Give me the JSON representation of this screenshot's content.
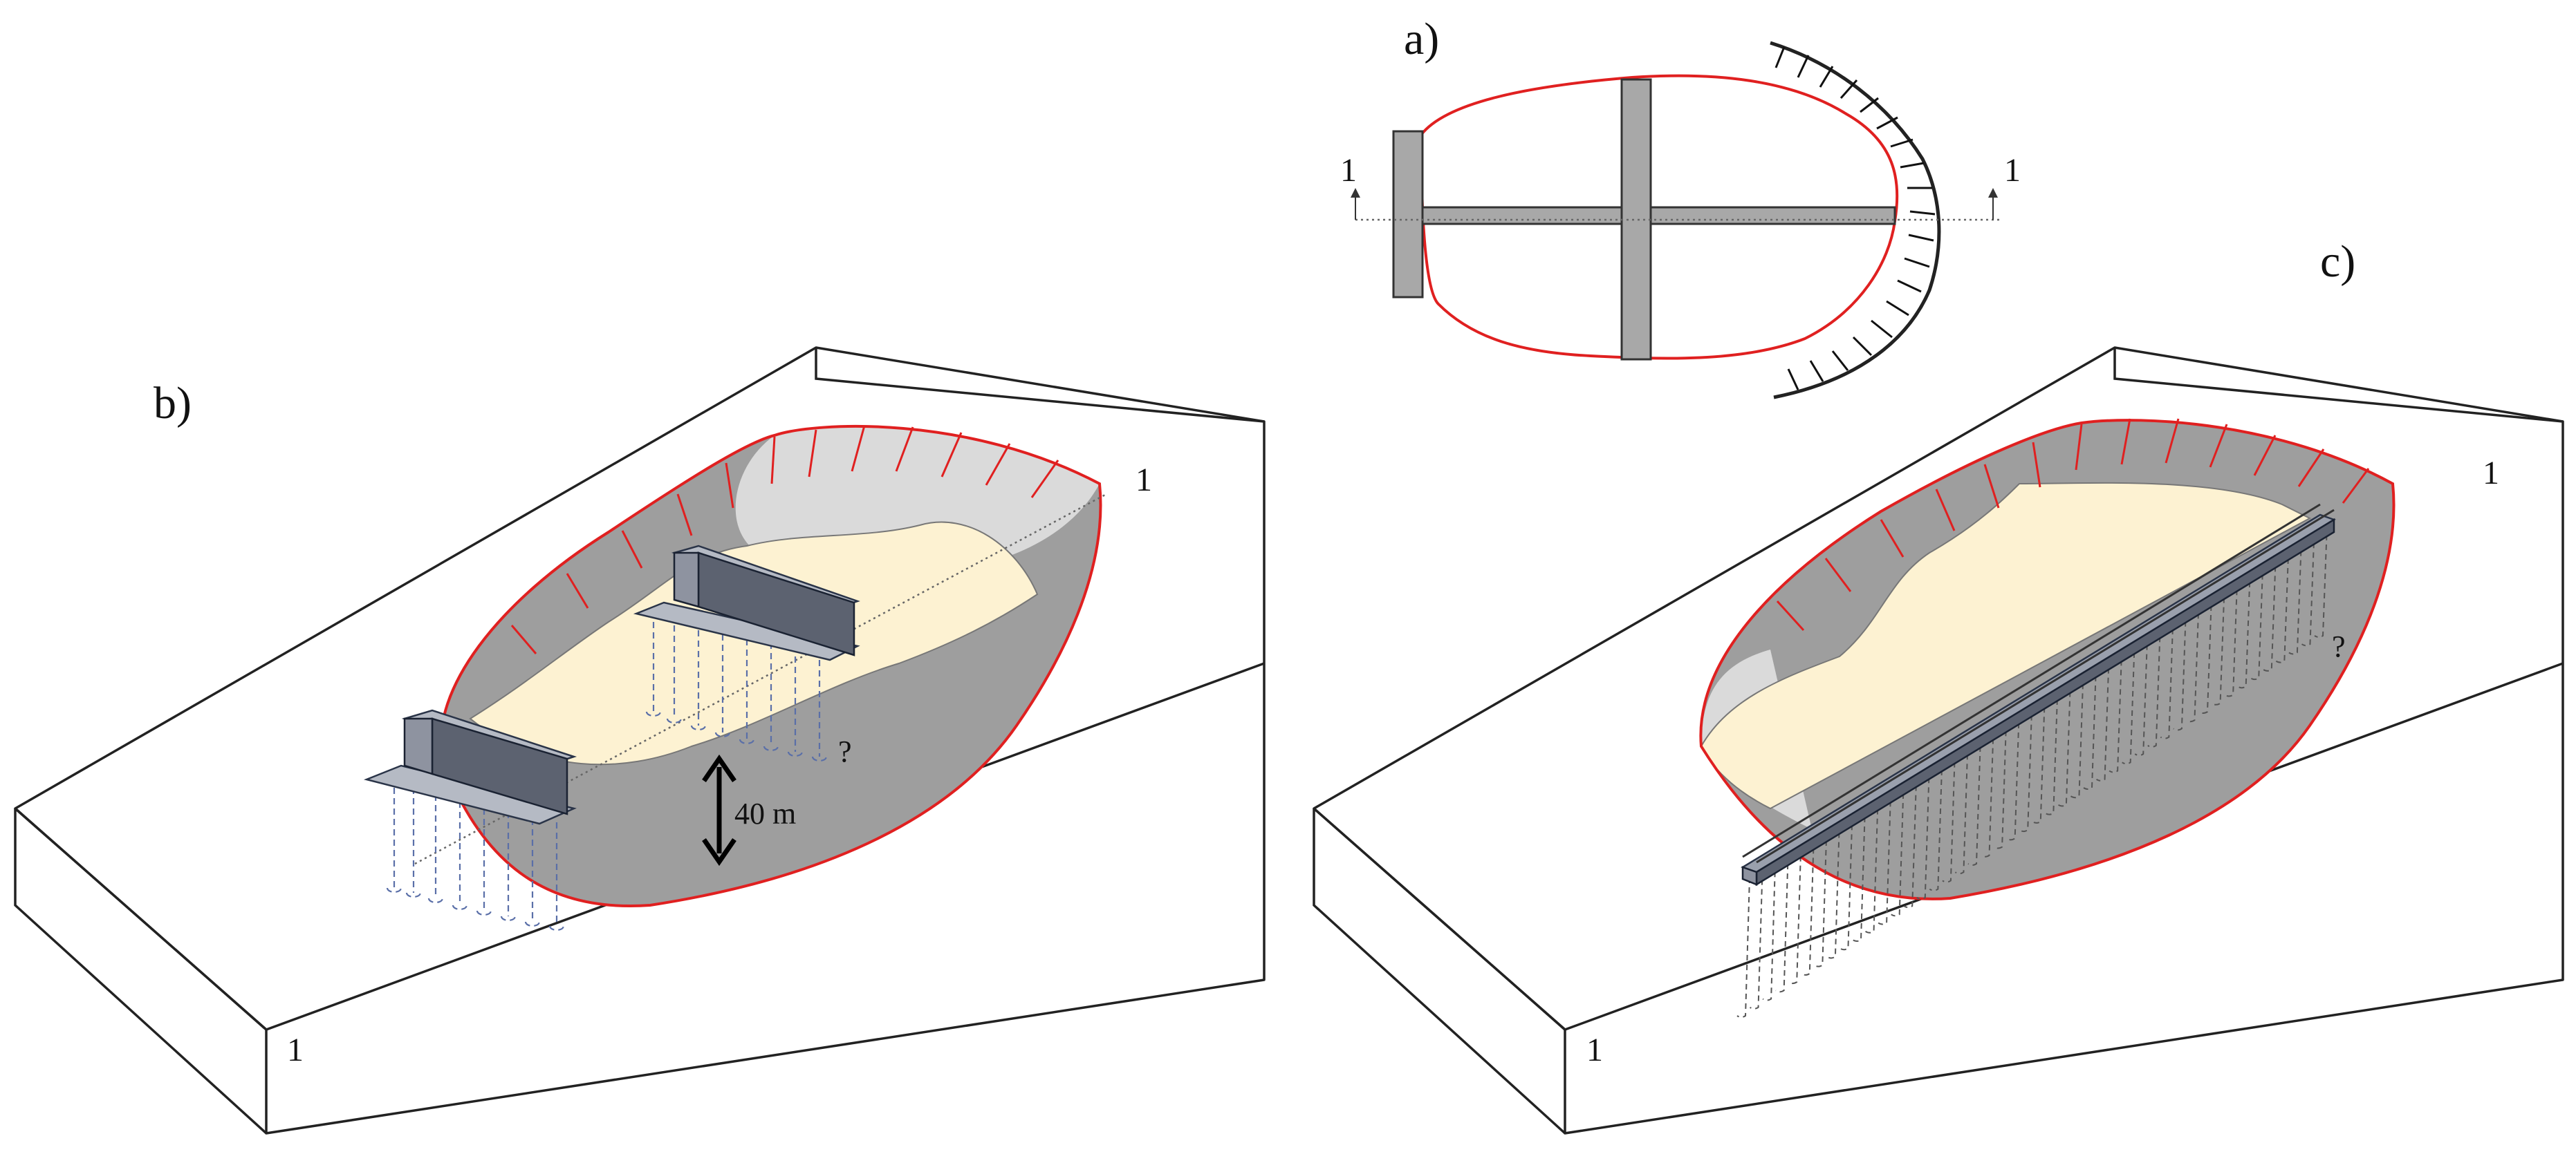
{
  "panels": {
    "a": {
      "label": "a)",
      "section_left": "1",
      "section_right": "1"
    },
    "b": {
      "label": "b)",
      "section_top": "1",
      "section_bottom": "1",
      "depth_label": "40 m",
      "unknown_mark": "?"
    },
    "c": {
      "label": "c)",
      "section_top": "1",
      "section_bottom": "1",
      "unknown_mark": "?"
    }
  },
  "colors": {
    "scarp": "#e02020",
    "slide_dark": "#9e9e9e",
    "slide_light": "#dadada",
    "sand": "#fdf2d2",
    "beam": "#5c6270",
    "piles": "#5a6fa8",
    "anchors": "#555555"
  },
  "icons": {
    "depth_arrow": "double-headed-arrow-icon",
    "section_marker": "up-arrow-icon"
  }
}
